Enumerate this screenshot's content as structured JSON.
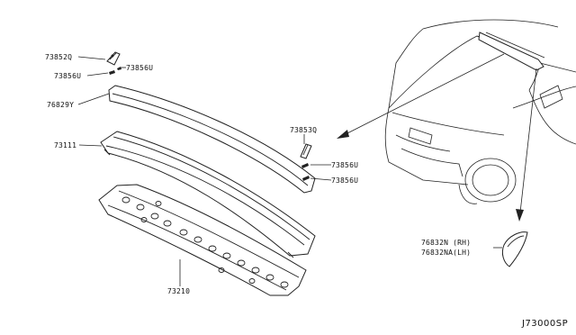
{
  "labels": {
    "p73852q": "73852Q",
    "p73856u_a": "73856U",
    "p73856u_b": "73856U",
    "p76829y": "76829Y",
    "p73853q": "73853Q",
    "p73856u_c": "73856U",
    "p73856u_d": "73856U",
    "p73111": "73111",
    "p73210": "73210",
    "p76832n": "76832N (RH)",
    "p76832na": "76832NA(LH)"
  },
  "reference_code": "J73000SP"
}
